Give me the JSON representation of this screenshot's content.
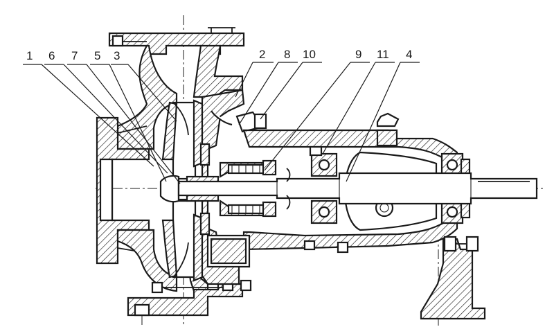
{
  "diagram": {
    "labels": [
      {
        "id": "1",
        "text": "1"
      },
      {
        "id": "6",
        "text": "6"
      },
      {
        "id": "7",
        "text": "7"
      },
      {
        "id": "5",
        "text": "5"
      },
      {
        "id": "3",
        "text": "3"
      },
      {
        "id": "2",
        "text": "2"
      },
      {
        "id": "8",
        "text": "8"
      },
      {
        "id": "10",
        "text": "10"
      },
      {
        "id": "9",
        "text": "9"
      },
      {
        "id": "11",
        "text": "11"
      },
      {
        "id": "4",
        "text": "4"
      }
    ]
  }
}
